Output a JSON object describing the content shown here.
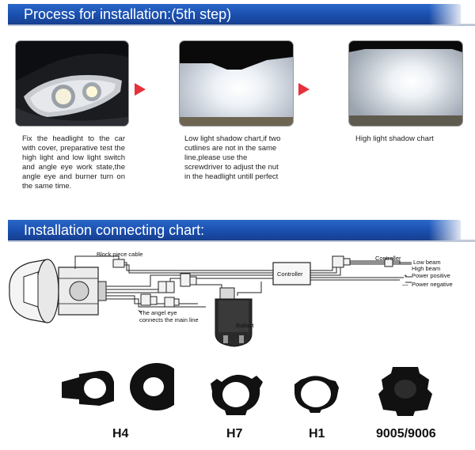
{
  "step_banner": {
    "title": "Process for installation:(5th step)"
  },
  "steps": [
    {
      "caption": "Fix the headlight to the car with cover, preparative test the high light and low light switch and angle eye work state,the angle eye and burner turn on the same time."
    },
    {
      "caption": "Low light shadow chart,if two cutlines are not in the same line,please use the screwdriver to adjust the nut in the headlight untill perfect"
    },
    {
      "caption": "High light shadow chart"
    }
  ],
  "connect_banner": {
    "title": "Installation connecting chart:"
  },
  "diagram": {
    "block_piece_cable": "Block piece cable",
    "controller_box": "Controller",
    "controller_tag": "Controller",
    "low_beam": "Low beam",
    "high_beam": "High beam",
    "power_positive_sign": "+",
    "power_positive": "Power positive",
    "power_negative_sign": "—",
    "power_negative": "Power  negative",
    "angel_eye_line1": "The angel eye",
    "angel_eye_line2": "connects the main line",
    "ballast": "Ballast"
  },
  "adapters": [
    {
      "label": "H4"
    },
    {
      "label": "H7"
    },
    {
      "label": "H1"
    },
    {
      "label": "9005/9006"
    }
  ],
  "colors": {
    "banner_blue": "#1a4fae",
    "arrow_red": "#e8303a"
  }
}
